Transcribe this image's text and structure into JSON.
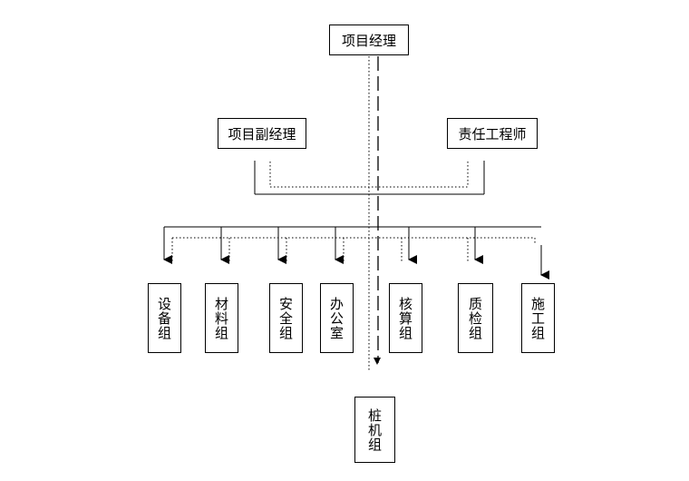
{
  "nodes": {
    "manager": "项目经理",
    "deputy": "项目副经理",
    "engineer": "责任工程师",
    "equipment": "设备组",
    "materials": "材料组",
    "safety": "安全组",
    "office": "办公室",
    "accounting": "核算组",
    "quality": "质检组",
    "construction": "施工组",
    "pile": "桩机组"
  }
}
